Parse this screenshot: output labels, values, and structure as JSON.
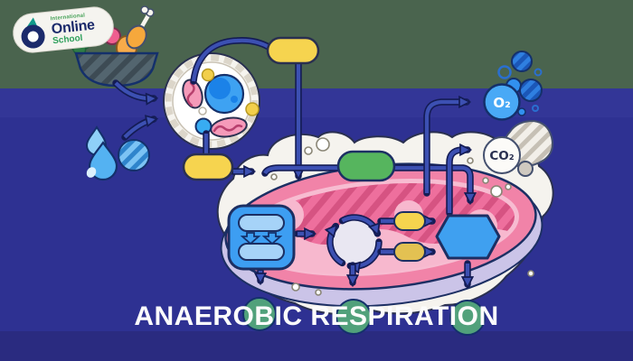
{
  "logo": {
    "brand_top": "International",
    "brand_main": "Online",
    "brand_sub": "School"
  },
  "title": "ANAEROBIC RESPIRATION",
  "molecules": {
    "o2": "O₂",
    "co2": "CO₂"
  },
  "illustration_parts": [
    "food-bowl",
    "water-droplets",
    "animal-cell",
    "nucleus",
    "top-pill-label",
    "cell-output-pill",
    "cytoplasm-blob",
    "mitochondrion",
    "glycolysis-box",
    "krebs-cycle",
    "substrate-pills",
    "energy-hexagon",
    "o2-molecule",
    "co2-molecule",
    "oxygen-bubbles",
    "product-circles",
    "flow-arrows"
  ],
  "colors": {
    "band_green": "#4a644e",
    "background_navy": "#2e3192",
    "background_navy_dark": "#2a2b80",
    "arrow_blue": "#3c50b2",
    "arrow_outline": "#141c55",
    "cell_body_white": "#f6f4ef",
    "nucleus_blue": "#3ea2f2",
    "organelle_pink": "#f59ab9",
    "mitochondrion_pink": "#f183a8",
    "mitochondrion_hatch": "#d65382",
    "membrane_lavender": "#cbc4e8",
    "cristae_pink": "#f7b8ce",
    "pill_yellow": "#f6d44f",
    "pill_green": "#56b55e",
    "glycolysis_box_blue": "#3d9ef2",
    "hexagon_blue": "#3fa0f0",
    "o2_circle_blue": "#49a9f6",
    "co2_circle_white": "#fcfbf8",
    "bottom_circle_green": "#51a17b",
    "logo_navy": "#1b2a6b",
    "logo_green": "#2fa05c",
    "title_white": "#fcfcfc"
  }
}
